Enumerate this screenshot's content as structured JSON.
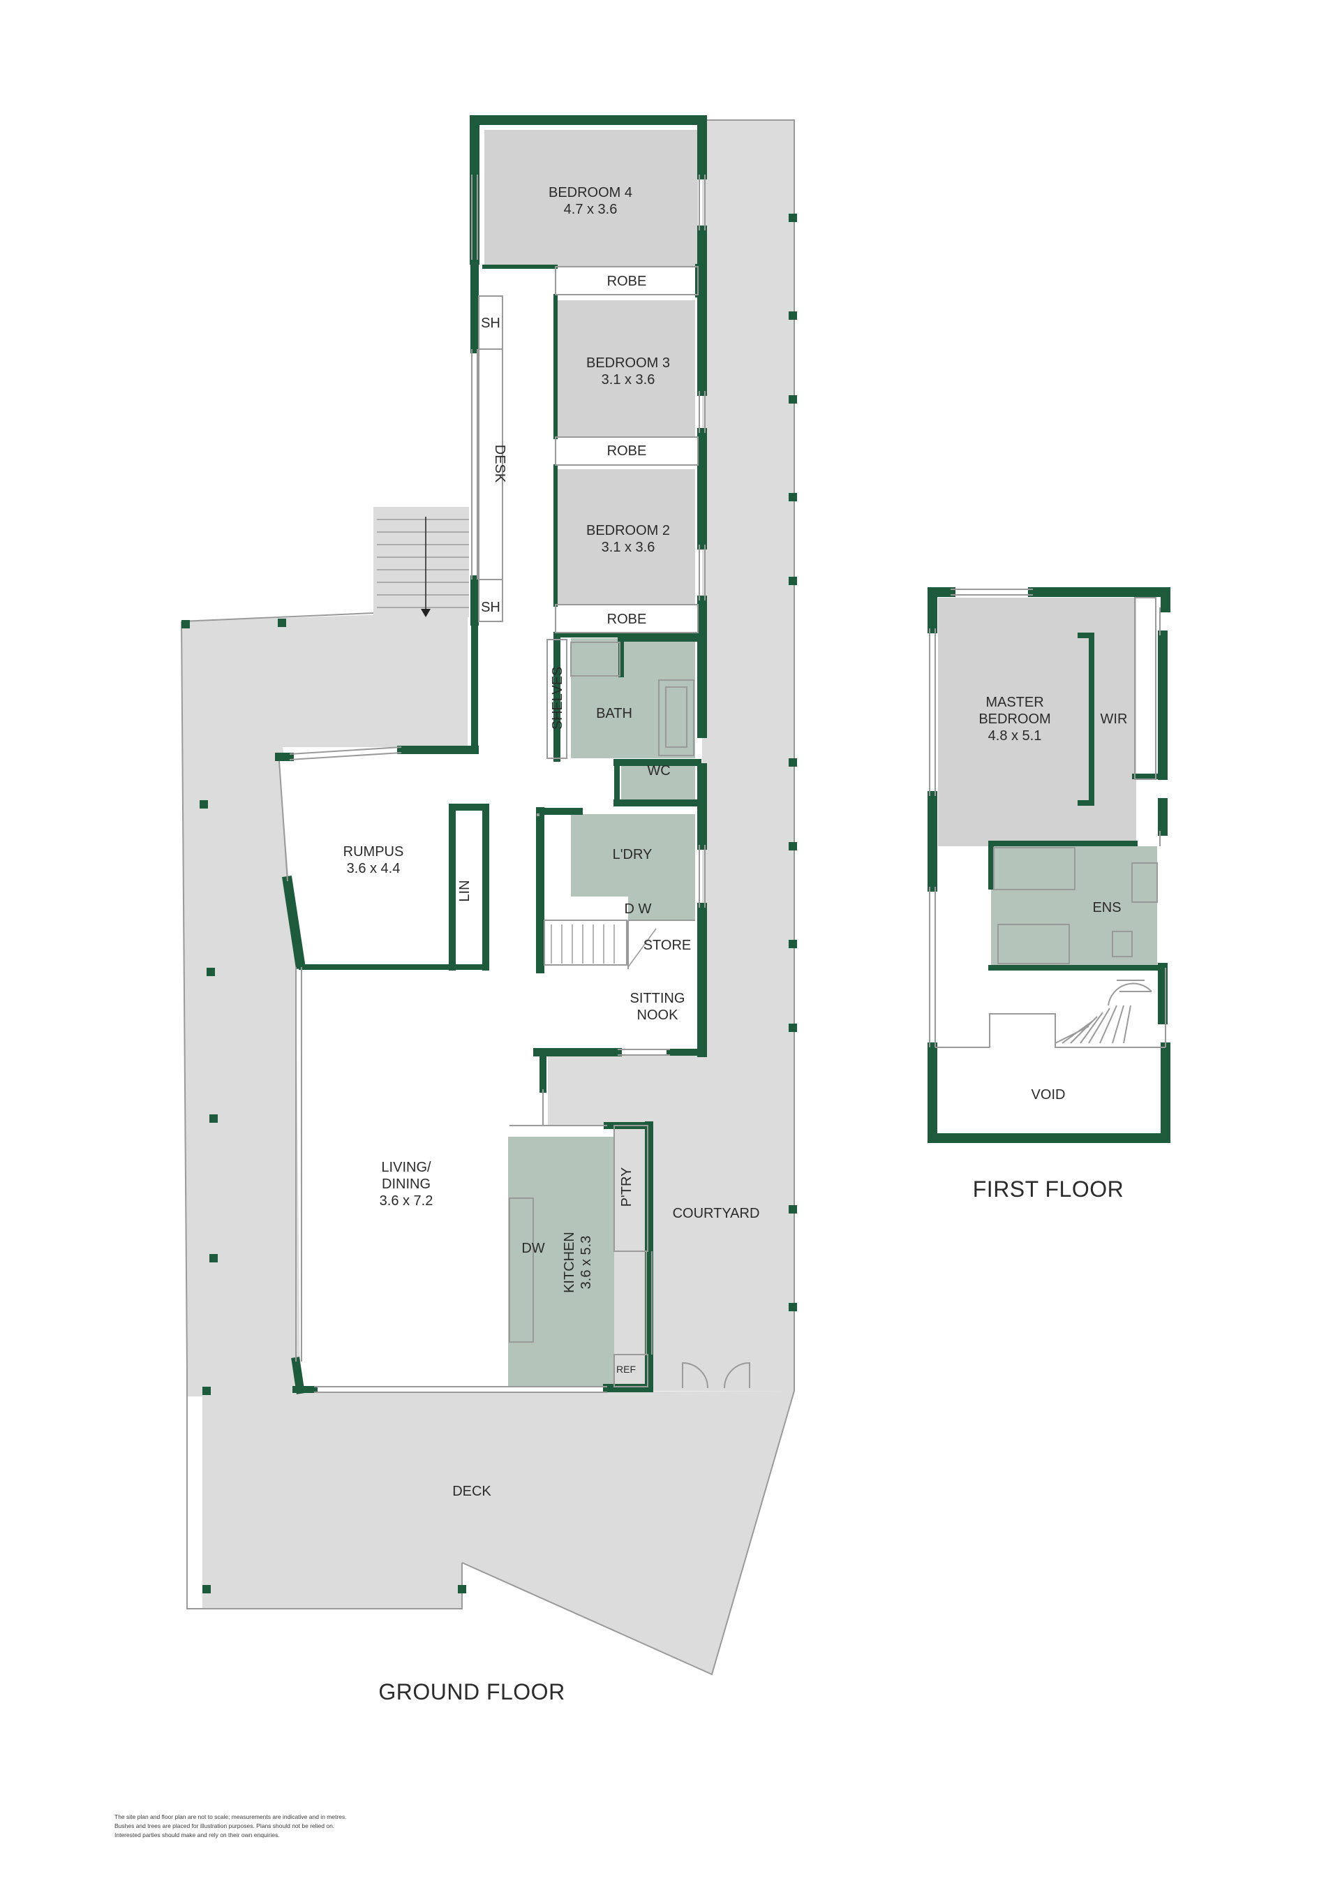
{
  "colors": {
    "wall": "#1e5a3c",
    "outdoor": "#dcdcdc",
    "indoor": "#ffffff",
    "bedroom": "#d2d2d2",
    "wet_area": "#b4c4ba",
    "thin_line": "#9a9a9a"
  },
  "ground_floor": {
    "title": "GROUND FLOOR",
    "rooms": {
      "bedroom4": {
        "name": "BEDROOM 4",
        "size": "4.7 x 3.6"
      },
      "robe_a": "ROBE",
      "sh_a": "SH",
      "bedroom3": {
        "name": "BEDROOM 3",
        "size": "3.1 x 3.6"
      },
      "robe_b": "ROBE",
      "desk": "DESK",
      "bedroom2": {
        "name": "BEDROOM 2",
        "size": "3.1 x 3.6"
      },
      "sh_b": "SH",
      "robe_c": "ROBE",
      "shelves": "SHELVES",
      "bath": "BATH",
      "wc": "WC",
      "laundry": "L'DRY",
      "dw_laundry": "D W",
      "store": "STORE",
      "rumpus": {
        "name": "RUMPUS",
        "size": "3.6 x 4.4"
      },
      "lin": "LIN",
      "sitting_nook": {
        "line1": "SITTING",
        "line2": "NOOK"
      },
      "living": {
        "line1": "LIVING/",
        "line2": "DINING",
        "size": "3.6 x 7.2"
      },
      "pantry": "P'TRY",
      "kitchen": {
        "name": "KITCHEN",
        "size": "3.6 x 5.3"
      },
      "dw_kitchen": "DW",
      "ref": "REF",
      "courtyard": "COURTYARD",
      "deck": "DECK"
    }
  },
  "first_floor": {
    "title": "FIRST FLOOR",
    "rooms": {
      "master": {
        "line1": "MASTER",
        "line2": "BEDROOM",
        "size": "4.8 x 5.1"
      },
      "wir": "WIR",
      "ens": "ENS",
      "void": "VOID"
    }
  },
  "disclaimer": [
    "The site plan and floor plan are not to scale; measurements are indicative and in metres.",
    "Bushes and trees are placed for illustration purposes. Plans should not be relied on.",
    "Interested parties should make and rely on their own enquiries."
  ]
}
